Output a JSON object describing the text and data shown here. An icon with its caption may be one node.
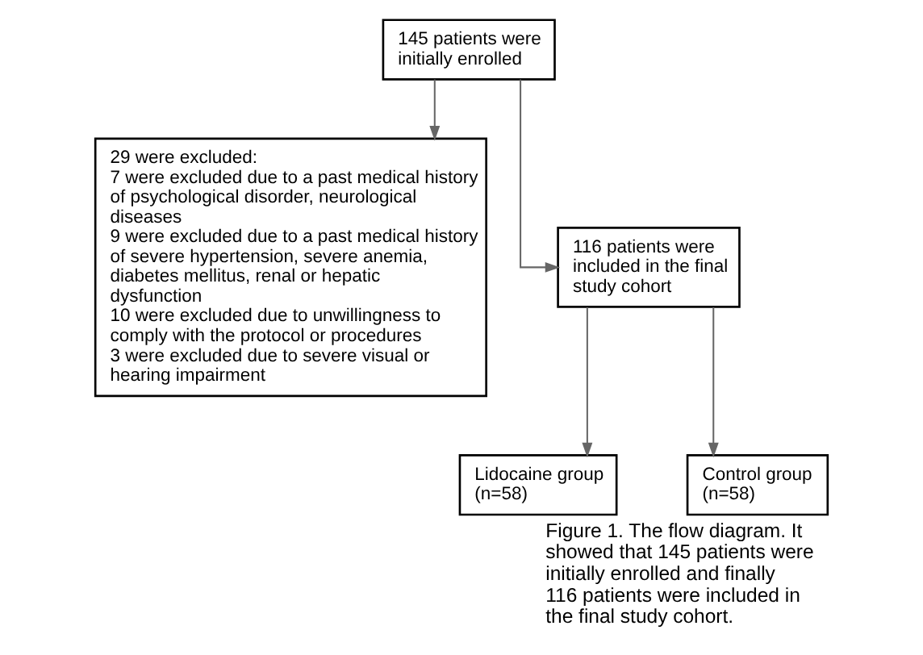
{
  "diagram": {
    "caption": "Figure 1. The flow diagram. It showed that 145 patients were initially enrolled and finally 116 patients were included in the final study cohort.",
    "nodes": [
      {
        "text": [
          "145 patients were initially enrolled"
        ]
      },
      {
        "text": [
          "29 were excluded:",
          "7 were excluded due to a past medical history of psychological disorder, neurological diseases",
          "9 were excluded due to a past medical history of severe hypertension, severe anemia, diabetes mellitus, renal or hepatic dysfunction",
          "10 were excluded due to unwillingness to comply with the protocol or procedures",
          "3 were excluded due to severe visual or hearing impairment"
        ]
      },
      {
        "text": [
          "116 patients were included in the final study cohort"
        ]
      },
      {
        "text": [
          "Lidocaine group (n=58)"
        ]
      },
      {
        "text": [
          "Control group (n=58)"
        ]
      }
    ],
    "edges": [
      {
        "from": 0,
        "to": 2,
        "arrow": "to"
      },
      {
        "from": 0,
        "to": 1,
        "arrow": "to"
      },
      {
        "from": 2,
        "to": 3,
        "arrow": "to"
      },
      {
        "from": 2,
        "to": 4,
        "arrow": "to"
      }
    ]
  }
}
